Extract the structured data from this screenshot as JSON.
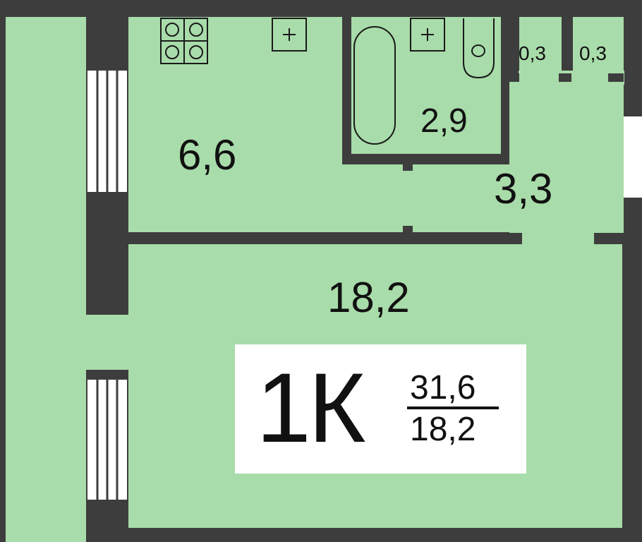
{
  "colors": {
    "wall": "#3d3d3d",
    "floor": "#a8dcaa",
    "window_glass": "#ffffff",
    "fixture_stroke": "#1a1a1a",
    "card_bg": "#ffffff"
  },
  "rooms": {
    "kitchen": {
      "area": "6,6"
    },
    "bathroom": {
      "area": "2,9"
    },
    "hall": {
      "area": "3,3"
    },
    "closet_1": {
      "area": "0,3"
    },
    "closet_2": {
      "area": "0,3"
    },
    "living_room": {
      "area": "18,2"
    }
  },
  "summary": {
    "unit_type": "1К",
    "total_area": "31,6",
    "living_area": "18,2"
  },
  "fixtures": [
    "stove-icon",
    "kitchen-sink-icon",
    "bathtub-icon",
    "bathroom-sink-icon",
    "toilet-icon"
  ]
}
